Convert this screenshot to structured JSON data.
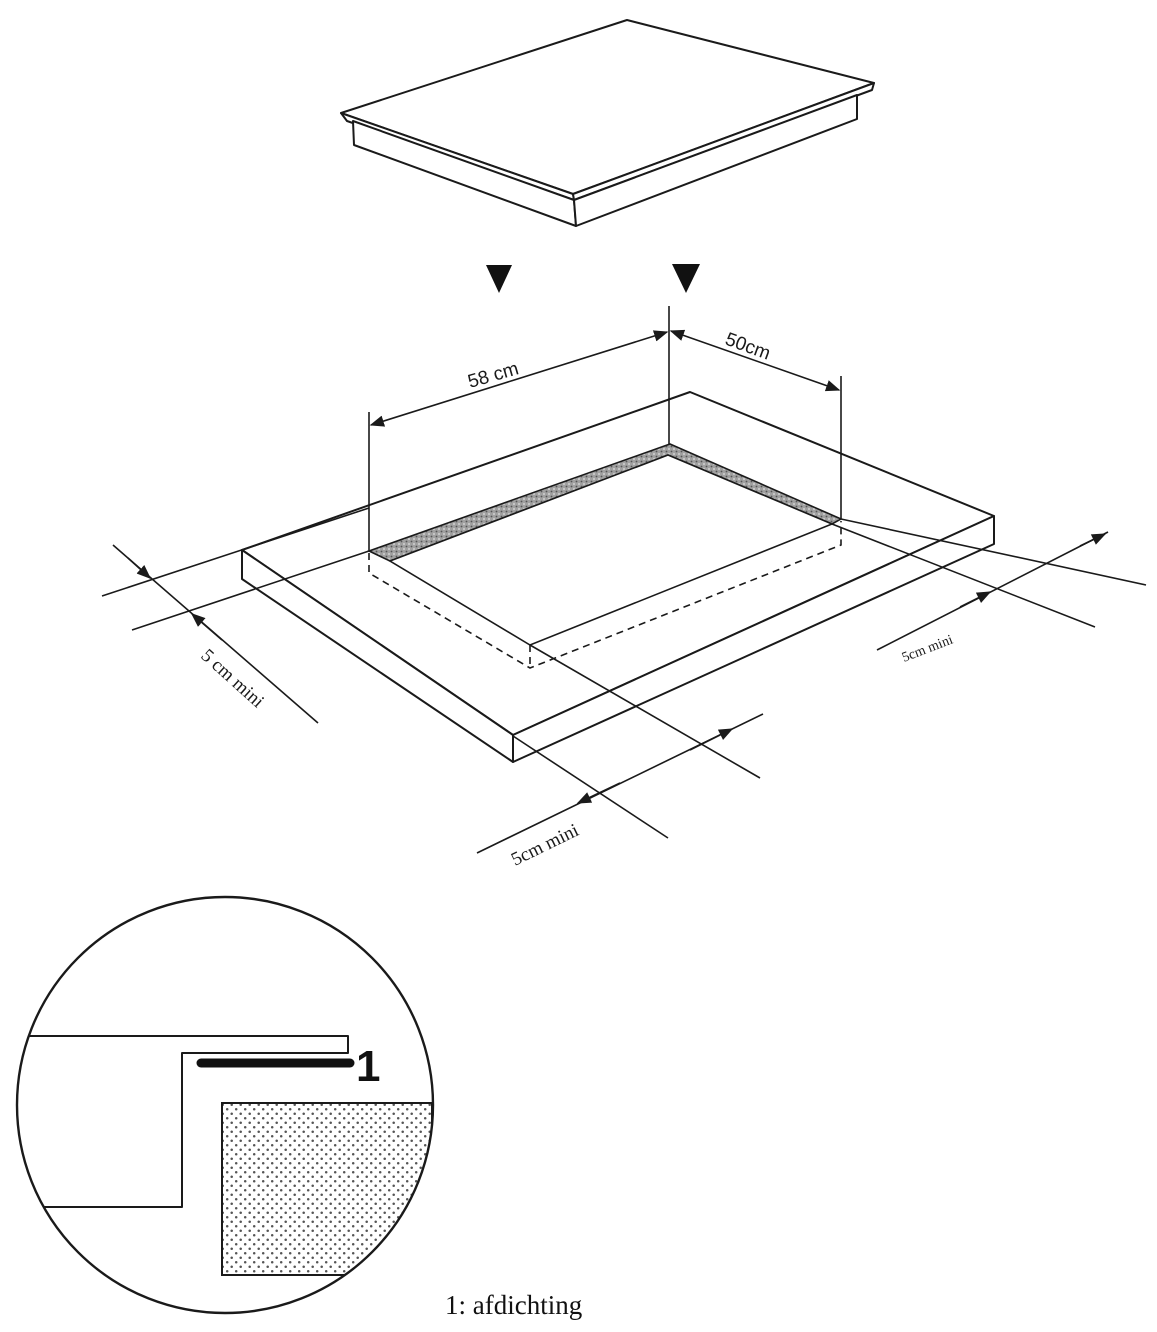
{
  "dimensions": {
    "width_label": "58 cm",
    "depth_label": "50cm",
    "clearance_left": "5 cm mini",
    "clearance_front": "5cm mini",
    "clearance_right": "5cm mini"
  },
  "detail": {
    "callout_number": "1"
  },
  "legend": {
    "text": "1: afdichting"
  },
  "colors": {
    "line": "#1a1a1a",
    "sealant": "#8a8a8a"
  }
}
